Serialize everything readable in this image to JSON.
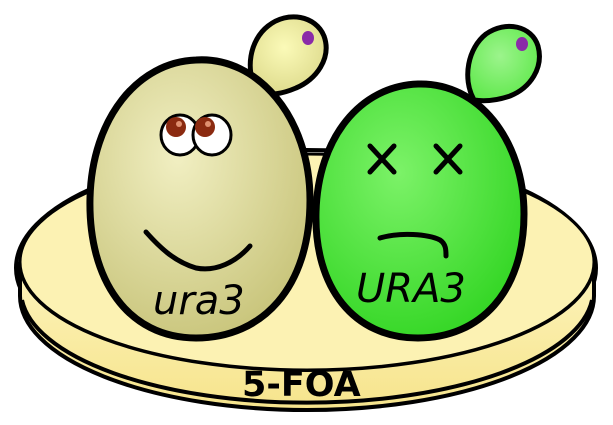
{
  "cells": {
    "left": {
      "label": "ura3",
      "expression": "happy"
    },
    "right": {
      "label": "URA3",
      "expression": "dead"
    }
  },
  "dish": {
    "label": "5-FOA"
  },
  "colors": {
    "dish_agar": "#fcefa6",
    "cell_left": "#e3e0a0",
    "cell_right": "#5ee84a",
    "outline": "#000000",
    "bud_left_nucleus": "#8a2aa8",
    "bud_right_nucleus": "#8a2aa8",
    "eye_pupil": "#8b2a10"
  }
}
